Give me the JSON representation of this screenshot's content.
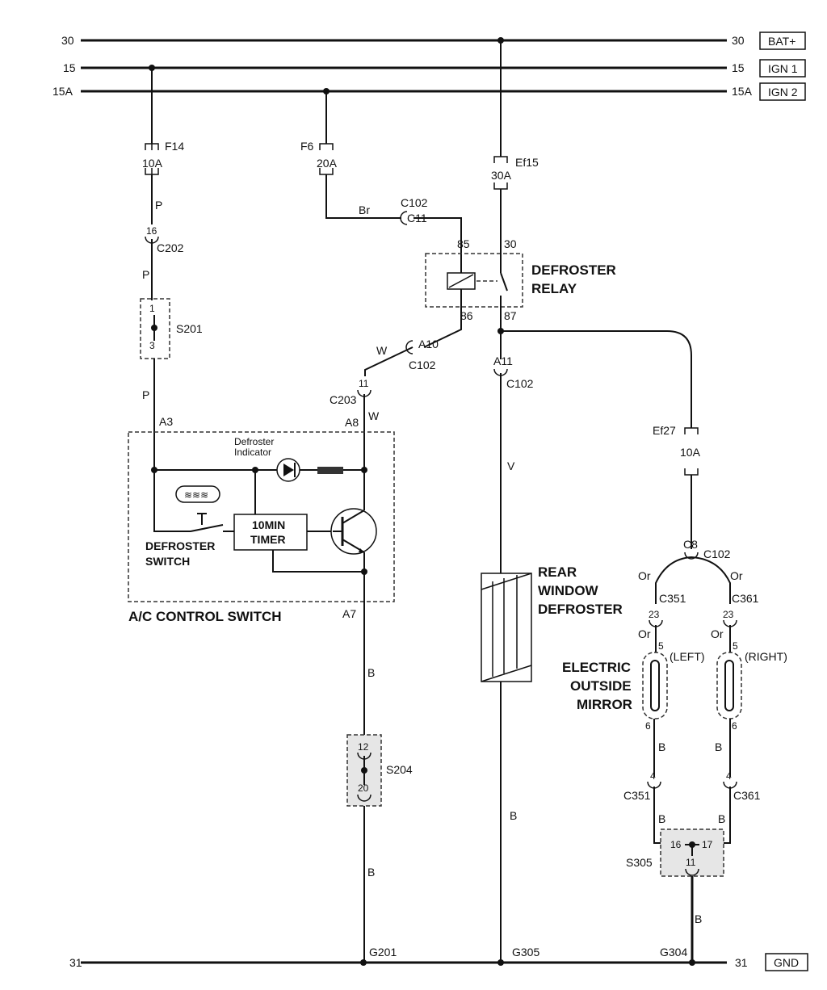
{
  "rails": {
    "r30_left": "30",
    "r30_right": "30",
    "r30_tag": "BAT+",
    "r15_left": "15",
    "r15_right": "15",
    "r15_tag": "IGN 1",
    "r15a_left": "15A",
    "r15a_right": "15A",
    "r15a_tag": "IGN 2",
    "r31_left": "31",
    "r31_right": "31",
    "r31_tag": "GND"
  },
  "fuses": {
    "f14_name": "F14",
    "f14_rating": "10A",
    "f6_name": "F6",
    "f6_rating": "20A",
    "ef15_name": "Ef15",
    "ef15_rating": "30A",
    "ef27_name": "Ef27",
    "ef27_rating": "10A"
  },
  "wires": {
    "p1": "P",
    "p2": "P",
    "p3": "P",
    "br": "Br",
    "w1": "W",
    "w2": "W",
    "v": "V",
    "b1": "B",
    "b2": "B",
    "b3": "B",
    "b_left": "B",
    "b_right": "B",
    "b_left2": "B",
    "b_right2": "B",
    "b_g304": "B",
    "or_left1": "Or",
    "or_right1": "Or",
    "or_left2": "Or",
    "or_right2": "Or"
  },
  "connectors": {
    "c202_pin": "16",
    "c202": "C202",
    "c102_top": "C102",
    "c11": "C11",
    "a10": "A10",
    "c102_a10": "C102",
    "c203_pin": "11",
    "c203": "C203",
    "a11": "A11",
    "c102_a11": "C102",
    "c8": "C8",
    "c102_c8": "C102",
    "c351": "C351",
    "c351_pin": "23",
    "c361": "C361",
    "c361_pin": "23",
    "c351_b": "C351",
    "c351_b_pin": "4",
    "c361_b": "C361",
    "c361_b_pin": "4"
  },
  "splices": {
    "s201": "S201",
    "s201_top": "1",
    "s201_bottom": "3",
    "s204": "S204",
    "s204_top": "12",
    "s204_bottom": "20",
    "s305": "S305",
    "s305_left": "16",
    "s305_right": "17",
    "s305_bottom": "11"
  },
  "relay": {
    "title_line1": "DEFROSTER",
    "title_line2": "RELAY",
    "pin85": "85",
    "pin30": "30",
    "pin86": "86",
    "pin87": "87"
  },
  "control_switch": {
    "title": "A/C CONTROL SWITCH",
    "pin_a3": "A3",
    "pin_a8": "A8",
    "pin_a7": "A7",
    "indicator_line1": "Defroster",
    "indicator_line2": "Indicator",
    "switch_line1": "DEFROSTER",
    "switch_line2": "SWITCH",
    "timer_line1": "10MIN",
    "timer_line2": "TIMER"
  },
  "rear_defroster": {
    "line1": "REAR",
    "line2": "WINDOW",
    "line3": "DEFROSTER"
  },
  "mirror": {
    "line1": "ELECTRIC",
    "line2": "OUTSIDE",
    "line3": "MIRROR",
    "left": "(LEFT)",
    "right": "(RIGHT)",
    "left_pin_top": "5",
    "right_pin_top": "5",
    "left_pin_bottom": "6",
    "right_pin_bottom": "6"
  },
  "grounds": {
    "g201": "G201",
    "g305": "G305",
    "g304": "G304"
  }
}
